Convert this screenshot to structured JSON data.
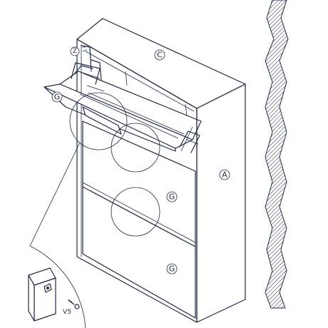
{
  "part_labels": {
    "side_panel": "A",
    "top_panel": "C",
    "drawer_upper_open": "G",
    "drawer_middle": "G",
    "drawer_bottom": "G",
    "fitting": "Z"
  },
  "screw_label": "V5"
}
